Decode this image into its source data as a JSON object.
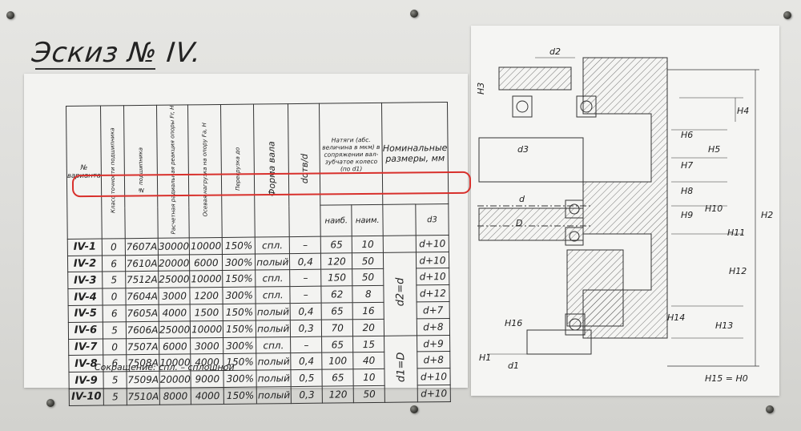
{
  "sketch_title": "Эскиз № IV.",
  "table": {
    "header": {
      "variant": "№ варианта",
      "accuracy_class": "Класс точности подшипника",
      "bearing_no": "№ подшипника",
      "radial_load": "Расчетная радиальная реакция опоры Fr, Н",
      "axial_load": "Осевая нагрузка на опору Fa, Н",
      "overload": "Перегрузка до",
      "shaft_form": "Форма вала",
      "d_ratio": "dотв/d",
      "interference": "Натяги (абс. величина в мкм) в сопряжении вал-зубчатое колесо (по d1)",
      "interference_max": "наиб.",
      "interference_min": "наим.",
      "nominal": "Номинальные размеры, мм",
      "d3": "d3",
      "merged_top": "d2=d",
      "merged_bottom": "d1=D"
    },
    "rows": [
      {
        "variant": "IV-1",
        "cls": "0",
        "bearing": "7607A",
        "fr": "30000",
        "fa": "10000",
        "over": "150%",
        "form": "спл.",
        "ratio": "–",
        "imax": "65",
        "imin": "10",
        "d3": "d+10"
      },
      {
        "variant": "IV-2",
        "cls": "6",
        "bearing": "7610A",
        "fr": "20000",
        "fa": "6000",
        "over": "300%",
        "form": "полый",
        "ratio": "0,4",
        "imax": "120",
        "imin": "50",
        "d3": "d+10"
      },
      {
        "variant": "IV-3",
        "cls": "5",
        "bearing": "7512A",
        "fr": "25000",
        "fa": "10000",
        "over": "150%",
        "form": "спл.",
        "ratio": "–",
        "imax": "150",
        "imin": "50",
        "d3": "d+10"
      },
      {
        "variant": "IV-4",
        "cls": "0",
        "bearing": "7604A",
        "fr": "3000",
        "fa": "1200",
        "over": "300%",
        "form": "спл.",
        "ratio": "–",
        "imax": "62",
        "imin": "8",
        "d3": "d+12"
      },
      {
        "variant": "IV-5",
        "cls": "6",
        "bearing": "7605A",
        "fr": "4000",
        "fa": "1500",
        "over": "150%",
        "form": "полый",
        "ratio": "0,4",
        "imax": "65",
        "imin": "16",
        "d3": "d+7"
      },
      {
        "variant": "IV-6",
        "cls": "5",
        "bearing": "7606A",
        "fr": "25000",
        "fa": "10000",
        "over": "150%",
        "form": "полый",
        "ratio": "0,3",
        "imax": "70",
        "imin": "20",
        "d3": "d+8"
      },
      {
        "variant": "IV-7",
        "cls": "0",
        "bearing": "7507A",
        "fr": "6000",
        "fa": "3000",
        "over": "300%",
        "form": "спл.",
        "ratio": "–",
        "imax": "65",
        "imin": "15",
        "d3": "d+9"
      },
      {
        "variant": "IV-8",
        "cls": "6",
        "bearing": "7508A",
        "fr": "10000",
        "fa": "4000",
        "over": "150%",
        "form": "полый",
        "ratio": "0,4",
        "imax": "100",
        "imin": "40",
        "d3": "d+8"
      },
      {
        "variant": "IV-9",
        "cls": "5",
        "bearing": "7509A",
        "fr": "20000",
        "fa": "9000",
        "over": "300%",
        "form": "полый",
        "ratio": "0,5",
        "imax": "65",
        "imin": "10",
        "d3": "d+10"
      },
      {
        "variant": "IV-10",
        "cls": "5",
        "bearing": "7510A",
        "fr": "8000",
        "fa": "4000",
        "over": "150%",
        "form": "полый",
        "ratio": "0,3",
        "imax": "120",
        "imin": "50",
        "d3": "d+10"
      }
    ]
  },
  "footnote": "Сокращение: спл. – сплошной",
  "drawing": {
    "labels": {
      "d2": "d2",
      "H3": "H3",
      "H4": "H4",
      "H5": "H5",
      "H6": "H6",
      "H7": "H7",
      "H8": "H8",
      "H9": "H9",
      "H10": "H10",
      "H11": "H11",
      "H12": "H12",
      "H13": "H13",
      "H14": "H14",
      "H16": "H16",
      "H1": "H1",
      "H2": "H2",
      "H15": "H15 = H0",
      "d3": "d3",
      "d": "d",
      "D": "D",
      "d1": "d1"
    }
  },
  "colors": {
    "highlight": "#d8302c",
    "ink": "#222222",
    "paper": "#f3f3f1"
  }
}
